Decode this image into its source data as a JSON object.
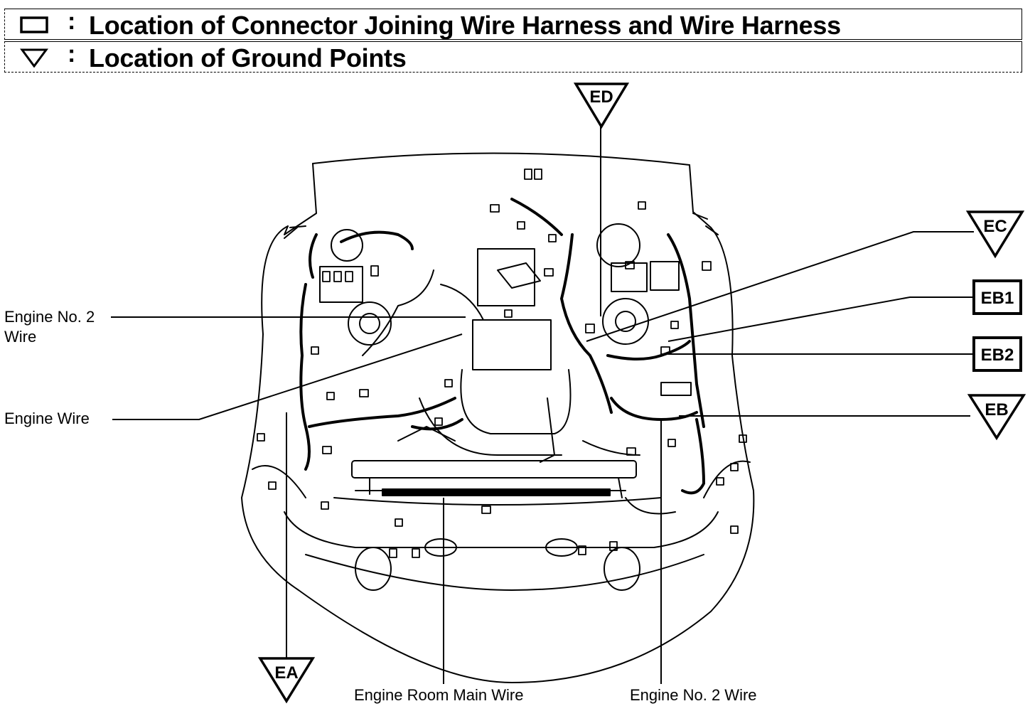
{
  "legend": {
    "connector_symbol": "rectangle",
    "connector_text": "Location of Connector Joining Wire Harness and Wire Harness",
    "ground_symbol": "triangle",
    "ground_text": "Location of Ground Points",
    "separator": ":"
  },
  "ground_points": [
    "ED",
    "EC",
    "EB",
    "EA"
  ],
  "connectors": [
    "EB1",
    "EB2"
  ],
  "wire_labels": {
    "engine_no2_left_line1": "Engine No. 2",
    "engine_no2_left_line2": "Wire",
    "engine_wire": "Engine Wire",
    "engine_room_main_wire": "Engine Room Main Wire",
    "engine_no2_bottom": "Engine No. 2 Wire"
  }
}
